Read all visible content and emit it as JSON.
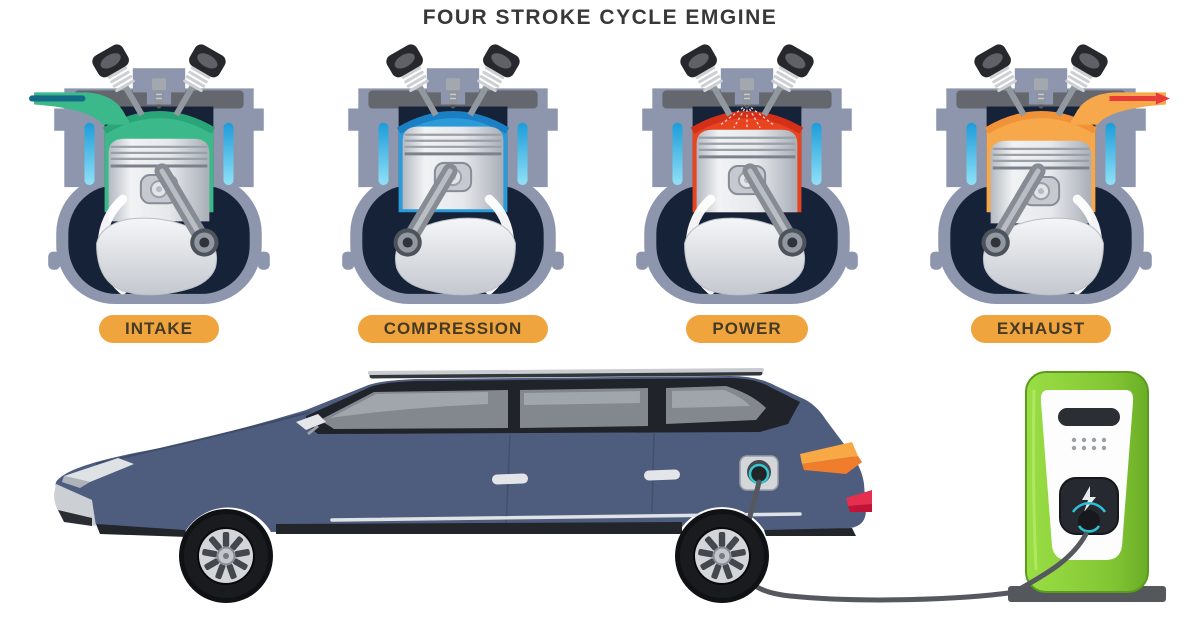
{
  "title": "FOUR STROKE CYCLE EMGINE",
  "strokes": [
    {
      "id": "intake",
      "label": "INTAKE"
    },
    {
      "id": "compression",
      "label": "COMPRESSION"
    },
    {
      "id": "power",
      "label": "POWER"
    },
    {
      "id": "exhaust",
      "label": "EXHAUST"
    }
  ],
  "colors": {
    "title_text": "#383838",
    "badge_bg": "#f0a43e",
    "badge_text": "#453a26",
    "engine_block": "#8e96ae",
    "crankcase_interior": "#152238",
    "coolant": "#29b1e3",
    "gas_intake": "#3cb98b",
    "gas_intake_dark": "#2aa578",
    "gas_compression": "#2a9ad9",
    "gas_compression_dark": "#1b7fc4",
    "gas_power": "#e8441f",
    "gas_power_dark": "#d42f18",
    "gas_exhaust": "#f6a84a",
    "gas_exhaust_dark": "#f09238",
    "intake_arrow": "#146b85",
    "exhaust_arrow": "#e73c38",
    "car_body": "#4e5d7e",
    "car_window": "#83878e",
    "taillight_orange": "#f8a845",
    "taillight_red": "#e62e4e",
    "charger_green": "#8bcd3b",
    "cable_gray": "#55595f"
  },
  "icons": {
    "charger_unit": "lightning-bolt-icon",
    "intake_flow": "flow-arrow-left-inlet",
    "exhaust_flow": "flow-arrow-right-outlet"
  }
}
